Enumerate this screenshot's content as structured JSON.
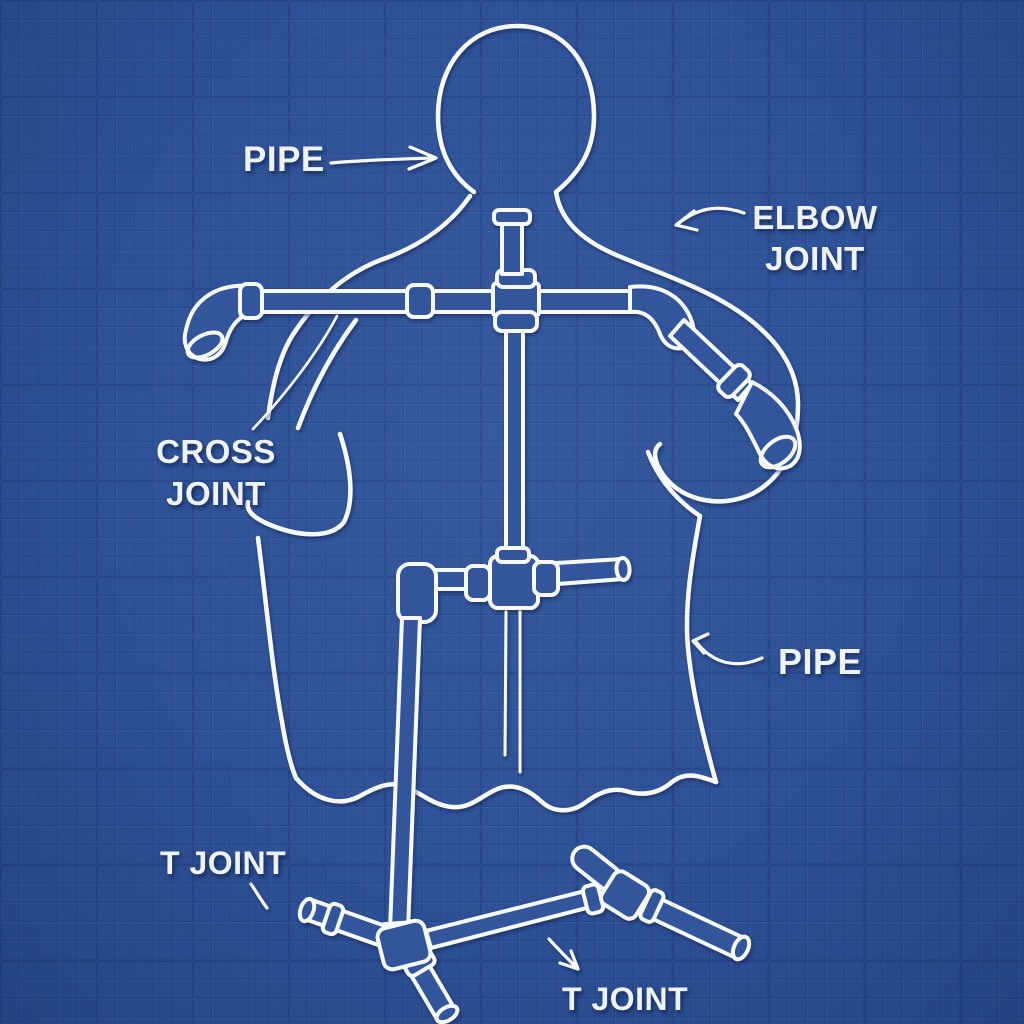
{
  "diagram": {
    "style": "blueprint",
    "subject": "pvc-pipe-mannequin-stand",
    "labels": {
      "pipe_top": "PIPE",
      "elbow_joint_line1": "ELBOW",
      "elbow_joint_line2": "JOINT",
      "cross_joint_line1": "CROSS",
      "cross_joint_line2": "JOINT",
      "pipe_right": "PIPE",
      "t_joint_left": "T JOINT",
      "t_joint_bottom": "T JOINT"
    },
    "colors": {
      "background": "#2e5197",
      "grid_line": "#24478c",
      "grid_major": "#203f82",
      "line_art": "#f7fafd",
      "pipe_fill": "#30549c",
      "text": "#eef3fa"
    }
  }
}
